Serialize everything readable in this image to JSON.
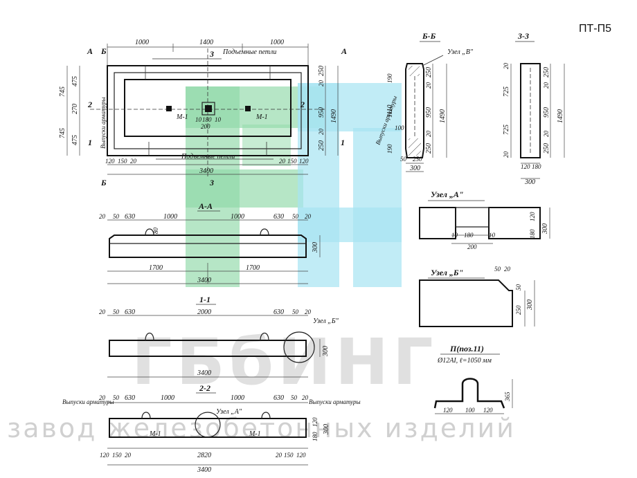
{
  "product_code": "ПТ-П5",
  "watermark": {
    "brand": "ГБбИНГ",
    "tagline": "завод железобетонных изделий",
    "colors": {
      "green": "#8fd9a8",
      "cyan": "#a6e4f2"
    }
  },
  "plan": {
    "top_dims": [
      "1000",
      "1400",
      "1000"
    ],
    "bottom_dims": [
      "120",
      "150",
      "20",
      "3400",
      "20",
      "150",
      "120"
    ],
    "left_dims": [
      "745",
      "745",
      "475",
      "270",
      "475"
    ],
    "right_dims": [
      "250",
      "20",
      "950",
      "20",
      "250",
      "1490"
    ],
    "labels": {
      "loops_top": "Подъемные петли",
      "loops_bottom": "Подъемные петли",
      "rebar_outlets": "Выпуски арматуры",
      "m1_left": "М-1",
      "m1_right": "М-1",
      "center_dims": [
        "180",
        "10",
        "10",
        "200"
      ]
    },
    "section_marks": [
      "А",
      "Б",
      "А",
      "2",
      "2",
      "1",
      "1",
      "Б",
      "3",
      "3"
    ]
  },
  "section_aa": {
    "title": "А-А",
    "top_dims": [
      "20",
      "50",
      "630",
      "1000",
      "1000",
      "630",
      "50",
      "20"
    ],
    "bottom_dims": [
      "1700",
      "1700",
      "3400"
    ],
    "height": "300",
    "loop_dim": "80"
  },
  "section_11": {
    "title": "1-1",
    "top_dims": [
      "20",
      "50",
      "630",
      "2000",
      "630",
      "50",
      "20"
    ],
    "bottom_dim": "3400",
    "height": "300",
    "node_label": "Узел „Б\""
  },
  "section_22": {
    "title": "2-2",
    "top_dims": [
      "20",
      "50",
      "630",
      "1000",
      "1000",
      "630",
      "50",
      "20"
    ],
    "bottom_dims": [
      "120",
      "150",
      "20",
      "2820",
      "20",
      "150",
      "120",
      "3400"
    ],
    "right_dims": [
      "180",
      "120",
      "300"
    ],
    "labels": {
      "outlets_left": "Выпуски арматуры",
      "outlets_right": "Выпуски арматуры",
      "node_a": "Узел „А\"",
      "m1_left": "М-1",
      "m1_right": "М-1"
    }
  },
  "section_bb": {
    "title": "Б-Б",
    "node": "Узел „В\"",
    "left_dims": [
      "190",
      "1110",
      "190"
    ],
    "right_dims": [
      "250",
      "20",
      "950",
      "20",
      "250",
      "1490"
    ],
    "bottom_dims": [
      "50",
      "250",
      "300"
    ],
    "mid_dim": "100",
    "label": "Выпуски арматуры"
  },
  "section_33": {
    "title": "3-3",
    "left_dims": [
      "20",
      "725",
      "725",
      "20"
    ],
    "right_dims": [
      "250",
      "20",
      "950",
      "20",
      "250",
      "1490"
    ],
    "bottom_dims": [
      "120",
      "180",
      "300"
    ]
  },
  "node_a": {
    "title": "Узел „А\"",
    "dims": [
      "180",
      "10",
      "10",
      "200",
      "180",
      "120",
      "300"
    ]
  },
  "node_b": {
    "title": "Узел „Б\"",
    "dims": [
      "50",
      "20",
      "50",
      "250",
      "300"
    ]
  },
  "loop_detail": {
    "title": "П(поз.11)",
    "spec": "Ø12АI, ℓ=1050 мм",
    "dims": [
      "120",
      "100",
      "120",
      "365"
    ]
  }
}
